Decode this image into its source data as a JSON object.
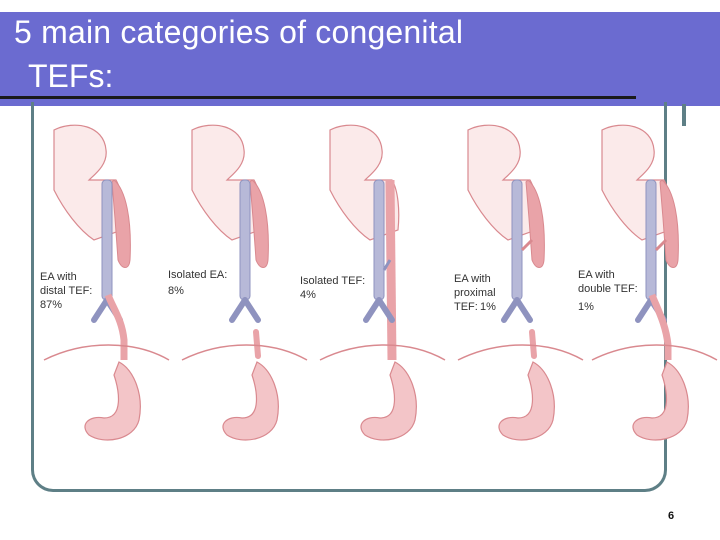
{
  "slide": {
    "title_line1": "5 main categories of congenital",
    "title_line2": "TEFs:",
    "page_number": "6"
  },
  "panels": [
    {
      "label": "EA with\ndistal TEF:",
      "percent": "87%"
    },
    {
      "label": "Isolated EA:",
      "percent": "8%"
    },
    {
      "label": "Isolated TEF:",
      "percent": "4%"
    },
    {
      "label": "EA with\nproximal\nTEF:",
      "percent": "1%"
    },
    {
      "label": "EA with\ndouble TEF:",
      "percent": "1%"
    }
  ],
  "colors": {
    "title_band": "#6b6bd0",
    "frame": "#5e7f86",
    "esophagus": "#e9a3a8",
    "trachea": "#b7b9d8",
    "outline": "#d9898f"
  }
}
